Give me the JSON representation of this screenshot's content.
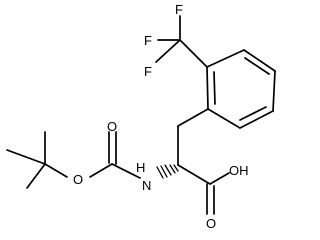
{
  "molecule": {
    "atom_labels": {
      "f_top": "F",
      "f_left": "F",
      "f_bottom": "F",
      "o_ester": "O",
      "o_carbamate_carbonyl": "O",
      "nh": "H",
      "n": "N",
      "oh": "OH",
      "o_acid_carbonyl": "O"
    }
  }
}
